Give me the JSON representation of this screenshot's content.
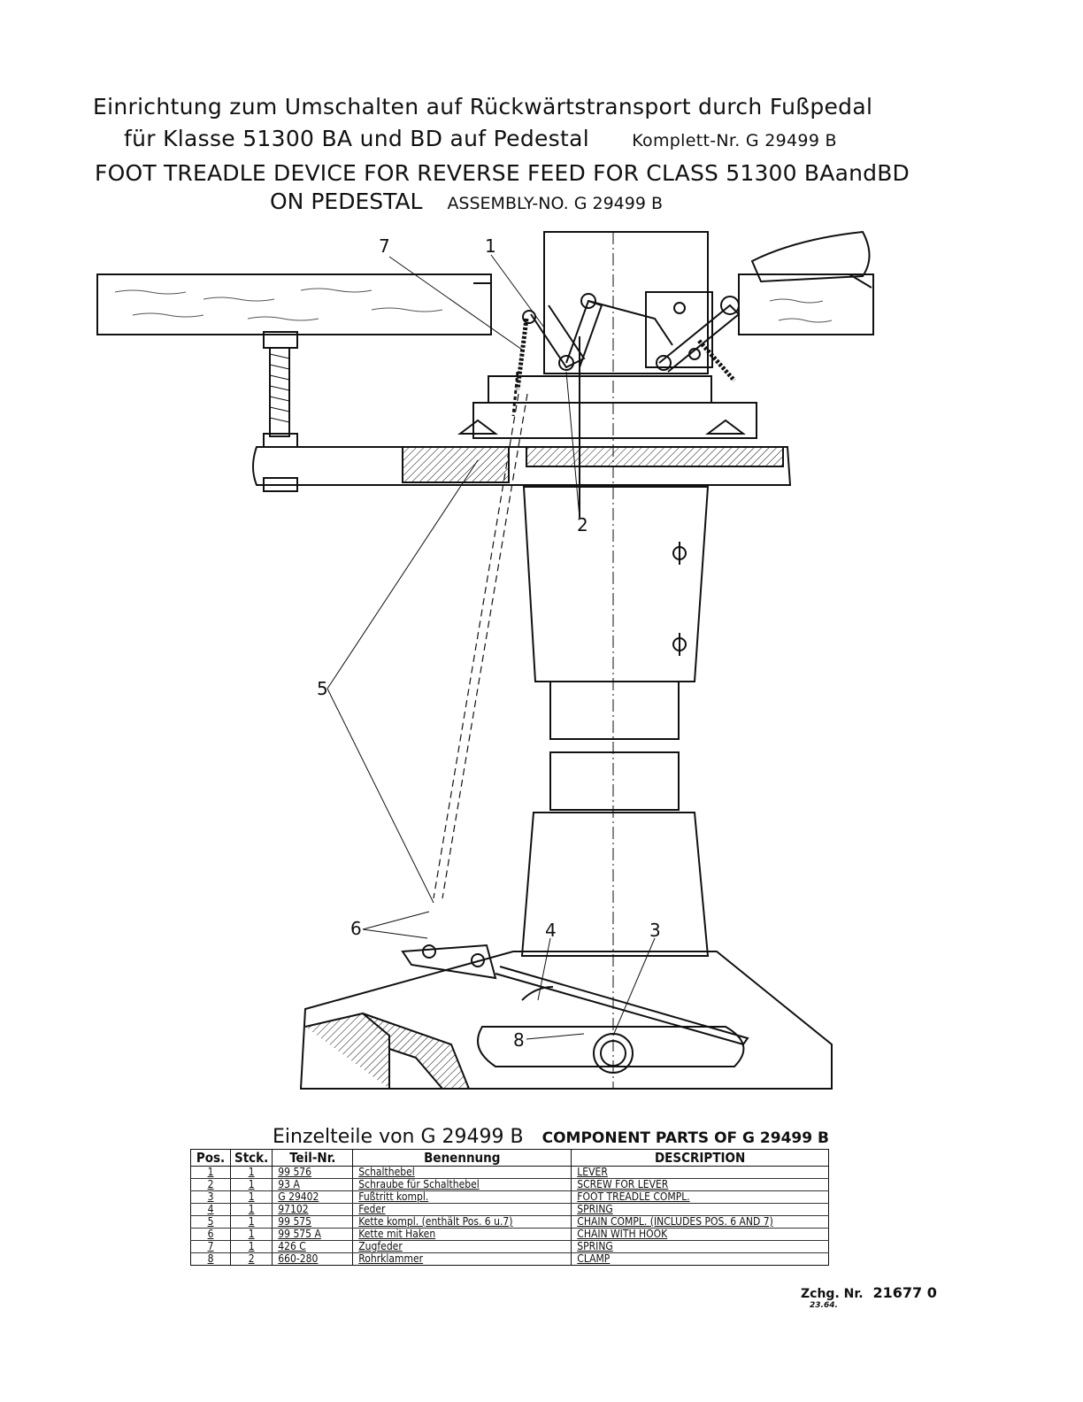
{
  "title": {
    "de_line1": "Einrichtung zum Umschalten auf Rückwärtstransport durch Fußpedal",
    "de_line2": "für Klasse 51300 BA und BD auf Pedestal",
    "de_assembly": "Komplett-Nr. G 29499 B",
    "en_line1": "FOOT TREADLE DEVICE FOR REVERSE FEED FOR CLASS 51300 BAandBD",
    "en_line2": "ON PEDESTAL",
    "en_assembly": "ASSEMBLY-NO. G 29499 B"
  },
  "callouts": [
    "7",
    "1",
    "2",
    "5",
    "6",
    "4",
    "3",
    "8"
  ],
  "parts": {
    "title_de": "Einzelteile von G 29499 B",
    "title_en": "COMPONENT PARTS OF G 29499 B",
    "headers": [
      "Pos.",
      "Stck.",
      "Teil-Nr.",
      "Benennung",
      "DESCRIPTION"
    ],
    "rows": [
      [
        "1",
        "1",
        "99 576",
        "Schalthebel",
        "LEVER"
      ],
      [
        "2",
        "1",
        "93 A",
        "Schraube für Schalthebel",
        "SCREW FOR LEVER"
      ],
      [
        "3",
        "1",
        "G 29402",
        "Fußtritt kompl.",
        "FOOT TREADLE COMPL."
      ],
      [
        "4",
        "1",
        "97102",
        "Feder",
        "SPRING"
      ],
      [
        "5",
        "1",
        "99 575",
        "Kette kompl. (enthält Pos. 6 u.7)",
        "CHAIN COMPL. (INCLUDES POS. 6 AND 7)"
      ],
      [
        "6",
        "1",
        "99 575 A",
        "Kette mit Haken",
        "CHAIN WITH HOOK"
      ],
      [
        "7",
        "1",
        "426 C",
        "Zugfeder",
        "SPRING"
      ],
      [
        "8",
        "2",
        "660-280",
        "Rohrklammer",
        "CLAMP"
      ]
    ]
  },
  "drawing_no": {
    "label": "Zchg. Nr.",
    "number": "21677 0",
    "date": "23.64."
  }
}
